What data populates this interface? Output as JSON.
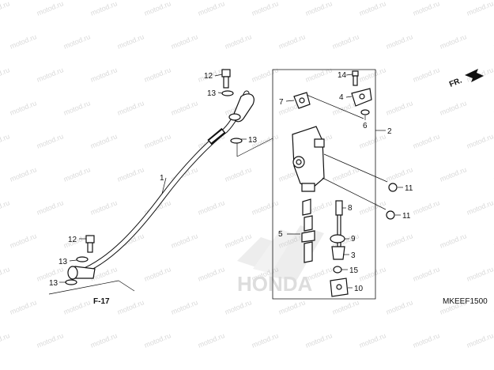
{
  "watermark": "motod.ru",
  "direction_arrow": {
    "text": "FR.",
    "icon": "front-direction-arrow-icon"
  },
  "reference": "F-17",
  "diagram_code": "MKEEF1500",
  "brand_watermark": "HONDA",
  "callouts": {
    "c1": "1",
    "c2": "2",
    "c3": "3",
    "c4": "4",
    "c5": "5",
    "c6": "6",
    "c7": "7",
    "c8": "8",
    "c9": "9",
    "c10": "10",
    "c11a": "11",
    "c11b": "11",
    "c12a": "12",
    "c12b": "12",
    "c13a": "13",
    "c13b": "13",
    "c13c": "13",
    "c13d": "13",
    "c14": "14",
    "c15": "15"
  },
  "colors": {
    "line": "#111111",
    "watermark": "#d9d9d9",
    "background": "#ffffff"
  }
}
